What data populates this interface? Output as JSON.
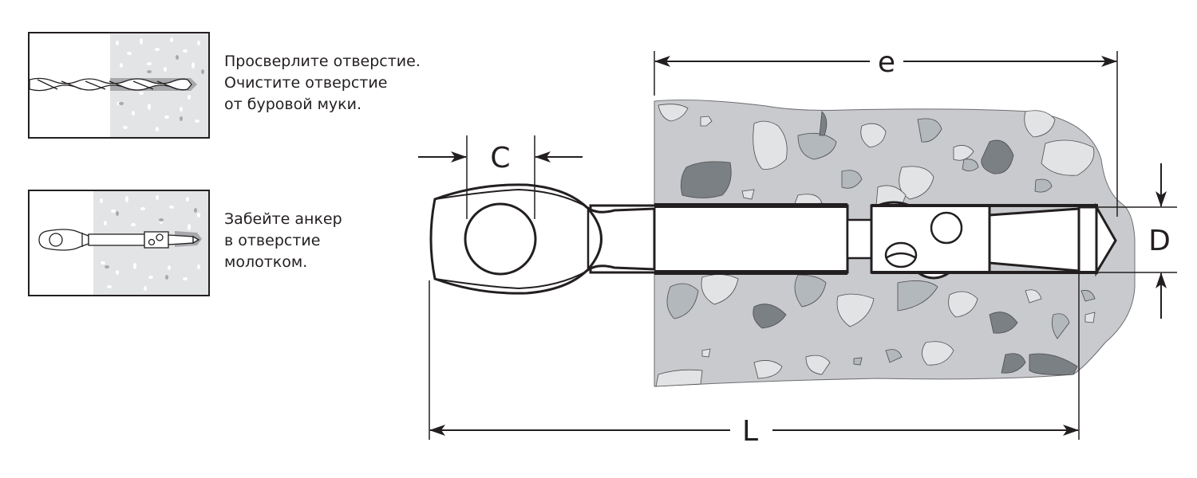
{
  "steps": [
    {
      "lines": [
        "Просверлите отверстие.",
        "Очистите отверстие",
        "от буровой муки."
      ],
      "illustration": "drill-bit-in-concrete"
    },
    {
      "lines": [
        "Забейте анкер",
        "в отверстие",
        "молотком."
      ],
      "illustration": "anchor-hammered-into-concrete"
    }
  ],
  "dimensions": {
    "c_label": "C",
    "e_label": "e",
    "d_label": "D",
    "l_label": "L"
  },
  "colors": {
    "concrete": "#c8cacd",
    "aggregate_light": "#e2e3e5",
    "aggregate_medium": "#b3b8bc",
    "aggregate_dark": "#7b8084",
    "outline": "#231f20",
    "thumb_concrete": "#e3e4e5",
    "thumb_speck": "#a7a9ac"
  }
}
